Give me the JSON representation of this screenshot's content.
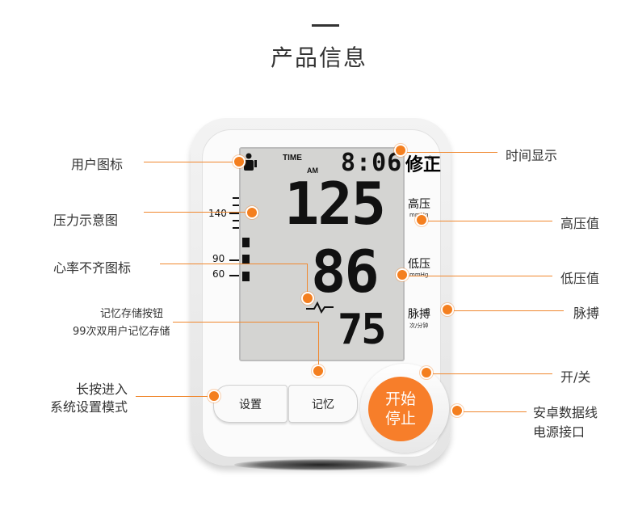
{
  "title": "产品信息",
  "display": {
    "time_label": "TIME",
    "am_label": "AM",
    "clock": "8:06",
    "systolic": "125",
    "diastolic": "86",
    "pulse": "75",
    "sys_unit_main": "高压",
    "sys_unit_sub": "mmHg",
    "dia_unit_main": "低压",
    "dia_unit_sub": "mmHg",
    "pulse_unit_main": "脉搏",
    "pulse_unit_sub": "次/分钟",
    "scale_labels": [
      "140",
      "90",
      "60"
    ],
    "logo": "修正",
    "logo_mark": "®"
  },
  "buttons": {
    "settings": "设置",
    "memory": "记忆",
    "power_line1": "开始",
    "power_line2": "停止"
  },
  "callouts": {
    "user_icon": "用户图标",
    "pressure_icon": "压力示意图",
    "irregular_icon": "心率不齐图标",
    "memory_button_line1": "记忆存储按钮",
    "memory_button_line2": "99次双用户记忆存储",
    "long_press_line1": "长按进入",
    "long_press_line2": "系统设置模式",
    "time_display": "时间显示",
    "systolic_value": "高压值",
    "diastolic_value": "低压值",
    "pulse": "脉搏",
    "power": "开/关",
    "android_line1": "安卓数据线",
    "android_line2": "电源接口"
  },
  "colors": {
    "accent": "#f47f1f",
    "power_button": "#f77e2a",
    "lcd": "#d4d4d2"
  }
}
